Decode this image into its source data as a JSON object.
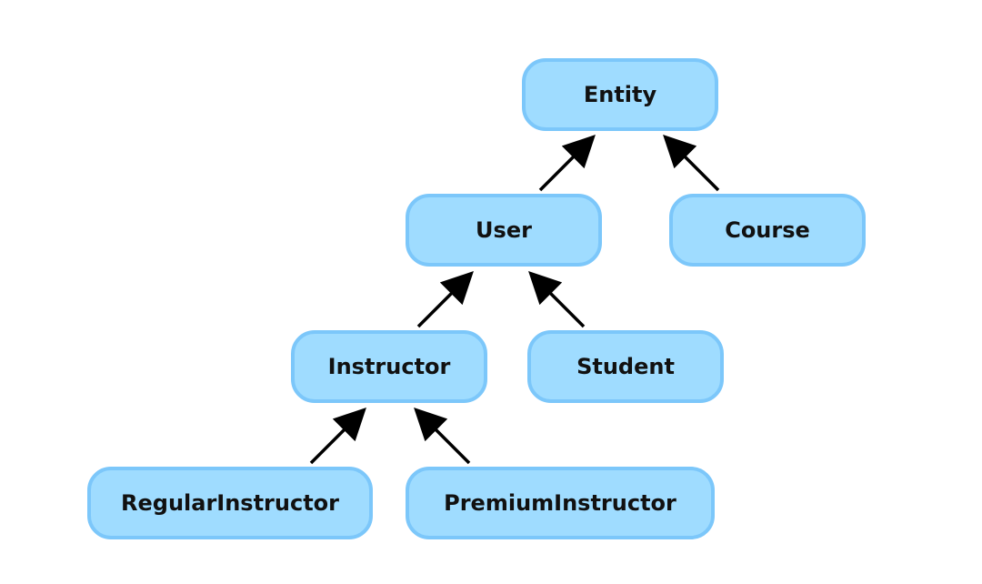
{
  "diagram": {
    "nodes": [
      {
        "id": "entity",
        "label": "Entity"
      },
      {
        "id": "user",
        "label": "User"
      },
      {
        "id": "course",
        "label": "Course"
      },
      {
        "id": "instructor",
        "label": "Instructor"
      },
      {
        "id": "student",
        "label": "Student"
      },
      {
        "id": "regular",
        "label": "RegularInstructor"
      },
      {
        "id": "premium",
        "label": "PremiumInstructor"
      }
    ],
    "edges": [
      {
        "from": "user",
        "to": "entity"
      },
      {
        "from": "course",
        "to": "entity"
      },
      {
        "from": "instructor",
        "to": "user"
      },
      {
        "from": "student",
        "to": "user"
      },
      {
        "from": "regular",
        "to": "instructor"
      },
      {
        "from": "premium",
        "to": "instructor"
      }
    ],
    "colors": {
      "node_fill": "#9fdcff",
      "node_border": "#7cc7fa",
      "text": "#111111",
      "arrow": "#000000"
    }
  }
}
